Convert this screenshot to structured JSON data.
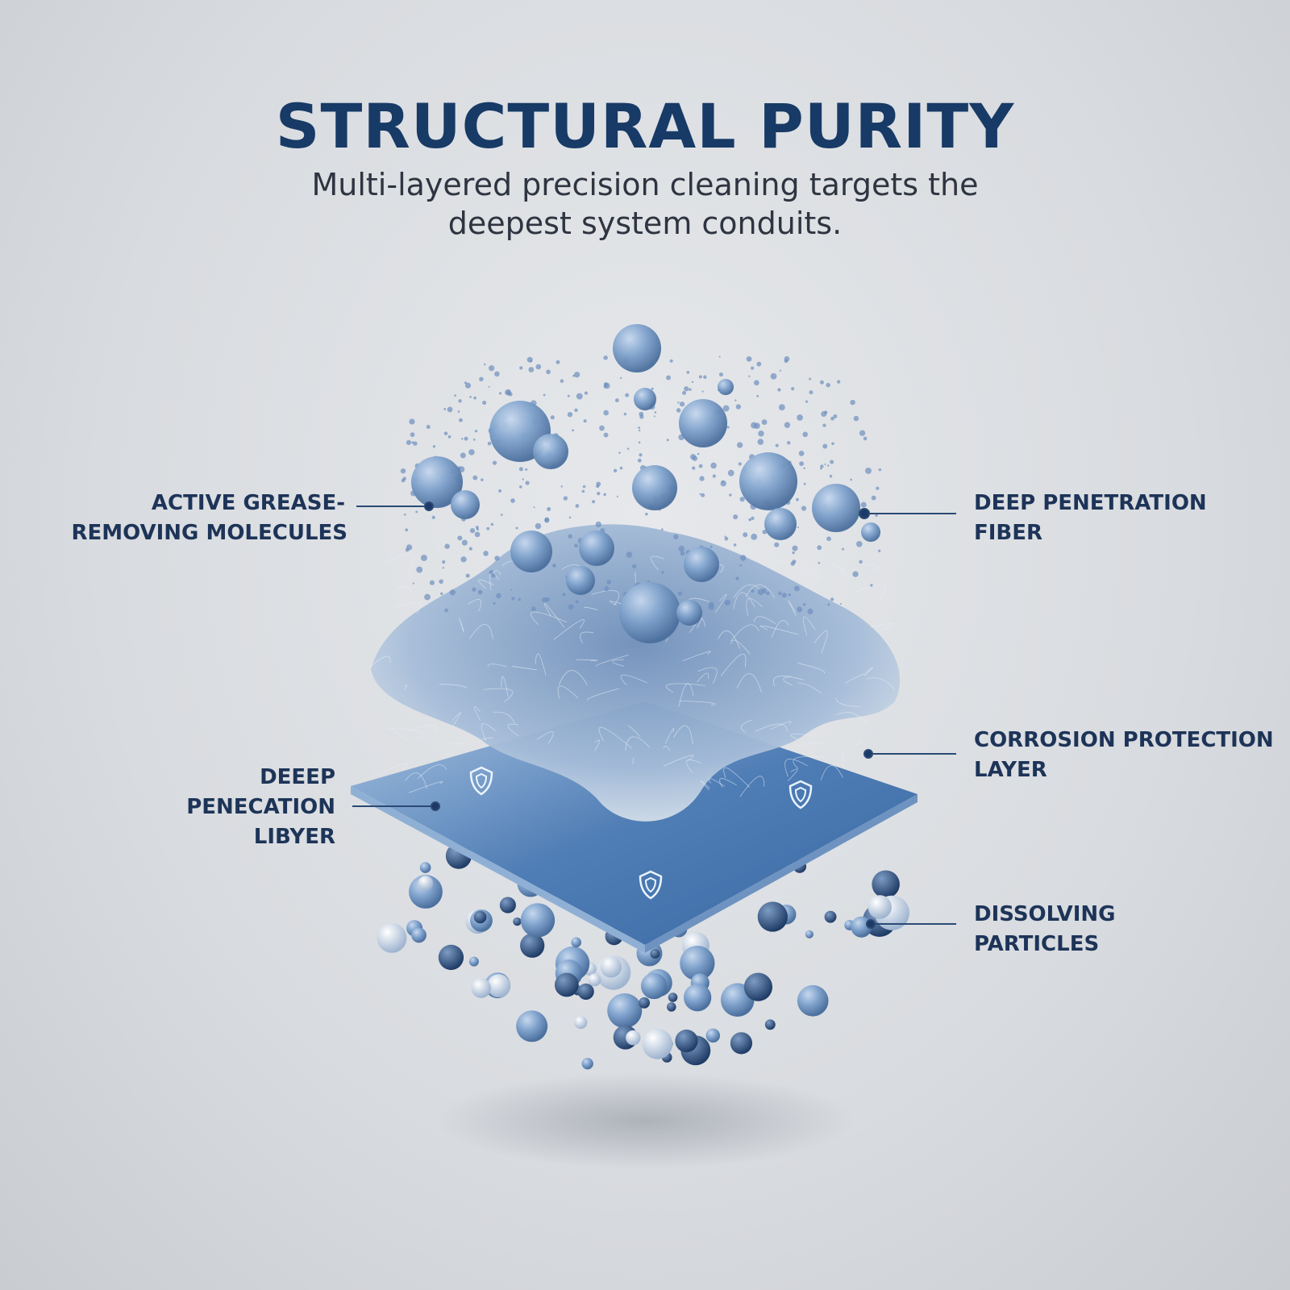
{
  "header": {
    "title": "STRUCTURAL PURITY",
    "subtitle_line1": "Multi-layered precision cleaning targets the",
    "subtitle_line2": "deepest system conduits."
  },
  "labels": {
    "active_grease_1": "ACTIVE GREASE-",
    "active_grease_2": "REMOVING MOLECULES",
    "deep_penetration_fiber_1": "DEEP PENETRATION",
    "deep_penetration_fiber_2": "FIBER",
    "corrosion_1": "CORROSION PROTECTION",
    "corrosion_2": "LAYER",
    "deeep_1": "DEEEP",
    "deeep_2": "PENECATION",
    "deeep_3": "LIBYER",
    "dissolving_1": "DISSOLVING",
    "dissolving_2": "PARTICLES"
  },
  "colors": {
    "title": "#173a66",
    "label": "#1d3458",
    "bubble": "#6d93c2",
    "plane": "#5a86bd",
    "background": "#dcdfe3"
  },
  "icons": [
    "shield-icon",
    "shield-icon",
    "shield-icon"
  ]
}
